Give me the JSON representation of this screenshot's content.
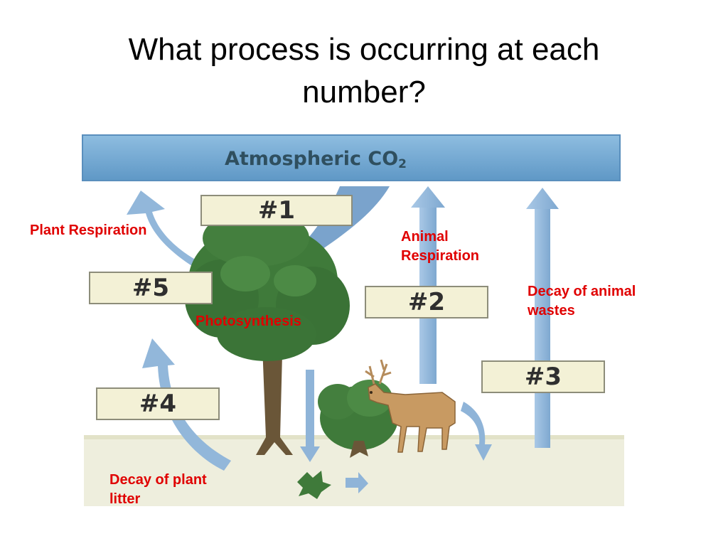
{
  "title": {
    "line1": "What process is occurring at each",
    "line2": "number?"
  },
  "atmosphere": {
    "text": "Atmospheric CO",
    "subscript": "2"
  },
  "boxes": {
    "b1": "#1",
    "b2": "#2",
    "b3": "#3",
    "b4": "#4",
    "b5": "#5"
  },
  "answers": {
    "plant_respiration": "Plant Respiration",
    "animal_respiration_1": "Animal",
    "animal_respiration_2": "Respiration",
    "decay_animal_1": "Decay of animal",
    "decay_animal_2": "wastes",
    "photosynthesis": "Photosynthesis",
    "decay_plant_1": "Decay of plant",
    "decay_plant_2": "litter"
  },
  "colors": {
    "answer_text": "#e00000",
    "atmosphere_band": "#6fa6d2",
    "arrow": "#8fb4d8",
    "box_fill": "#f3f1d6",
    "ground": "#eeeedd",
    "foliage": "#3f7a3a",
    "trunk": "#6a5638",
    "deer": "#c89a62"
  }
}
